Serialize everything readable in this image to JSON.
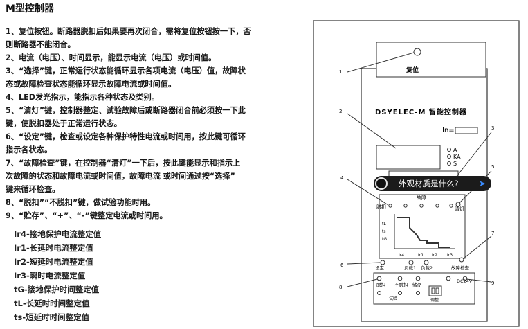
{
  "title": "M型控制器",
  "paragraphs": [
    "1、复位按钮。断路器脱扣后如果要再次闭合，需将复位按钮按一下，否",
    "   则断路器不能闭合。",
    "2、电流（电压）、时间显示，能显示电流（电压）或时间值。",
    "3、“选择”键，正常运行状态能循环显示各项电流（电压）值，故障状",
    "   态或故障检查状态能循环显示故障电流或时间值。",
    "4、LED发光指示，能指示各种状态及类别。",
    "5、“清灯”键，控制器整定、试验故障后或断路器闭合前必须按一下此",
    "   键，使脱扣器处于正常运行状态。",
    "6、“设定”键，检查或设定各种保护特性电流或时间用，按此键可循环",
    "   指示各状态。",
    "7、“故障检查”键，在控制器“清灯”一下后，按此键能显示和指示上",
    "   次故障的状态和故障电流或时间值，故障电流 或时间通过按“选择”",
    "   键来循环检查。",
    "8、“脱扣”“不脱扣”键，做试验功能时用。",
    "9、“贮存”、“+”、“-”键整定电流或时间用。"
  ],
  "legend": [
    "Ir4-接地保护电流整定值",
    "Ir1-长延时电流整定值",
    "Ir2-短延时电流整定值",
    "Ir3-瞬时电流整定值",
    "tG-接地保护时间整定值",
    "tL-长延时时间整定值",
    "ts-短延时时间整定值"
  ],
  "diagram": {
    "reset_label": "复位",
    "brand": "DSYELEC-M  智能控制器",
    "in_label": "In=",
    "units": [
      "A",
      "KA",
      "S"
    ],
    "fault_label": "故障",
    "left_label": "脱扣",
    "clear_label": "清灯",
    "curve_labels": [
      "tL",
      "ts",
      "tG"
    ],
    "axis_labels": [
      "Ir4",
      "Ir1",
      "Ir2",
      "Ir3"
    ],
    "row1_labels": [
      "设定",
      "负载1",
      "负载2",
      "故障检查"
    ],
    "row2_labels": [
      "脱扣",
      "不脱扣",
      "储存"
    ],
    "bottom_labels": [
      "试验",
      "调整"
    ],
    "dc_label": "DC24V",
    "callouts": [
      "1",
      "2",
      "3",
      "4",
      "5",
      "6",
      "7",
      "8",
      "9"
    ]
  },
  "tooltip": "外观材质是什么?"
}
